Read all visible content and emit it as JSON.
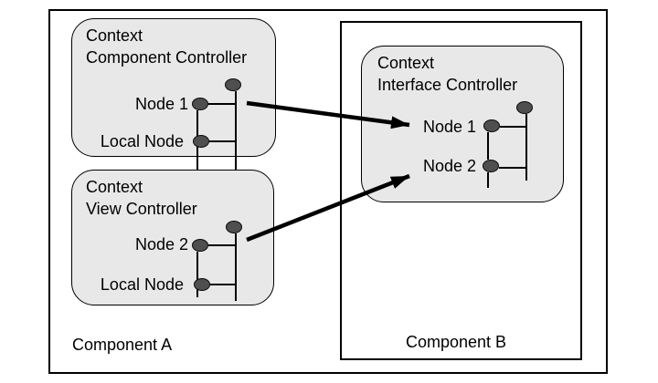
{
  "components": {
    "a": {
      "label": "Component A"
    },
    "b": {
      "label": "Component B"
    }
  },
  "contexts": [
    {
      "title_line1": "Context",
      "title_line2": "Component Controller",
      "row1_label": "Node 1",
      "row2_label": "Local Node"
    },
    {
      "title_line1": "Context",
      "title_line2": "View Controller",
      "row1_label": "Node 2",
      "row2_label": "Local Node"
    },
    {
      "title_line1": "Context",
      "title_line2": "Interface Controller",
      "row1_label": "Node 1",
      "row2_label": "Node 2"
    }
  ],
  "arrows": [
    {
      "from": "Component Controller Node 1",
      "to": "Interface Controller Node 1"
    },
    {
      "from": "View Controller Node 2",
      "to": "Interface Controller Node 2"
    }
  ],
  "colors": {
    "background": "#ffffff",
    "context_fill": "#e8e8e8",
    "border": "#000000",
    "node_dot_fill": "#4f4f4f",
    "arrow": "#000000"
  }
}
